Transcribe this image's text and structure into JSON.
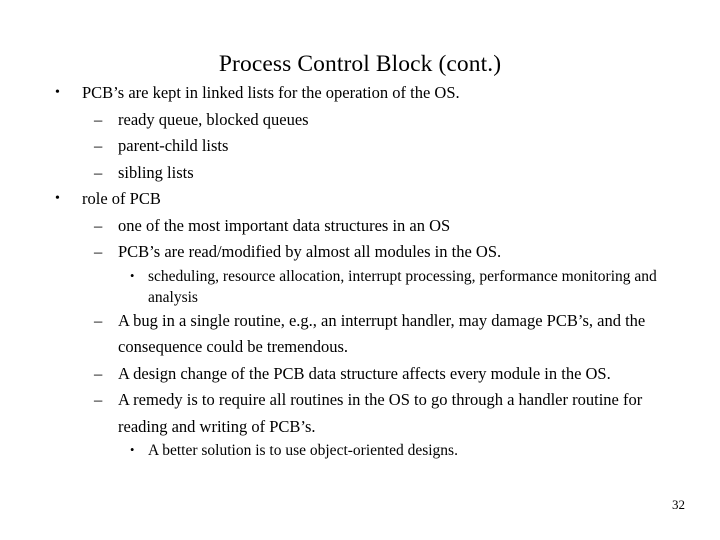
{
  "slide": {
    "title": "Process Control Block (cont.)",
    "page_number": "32",
    "background_color": "#ffffff",
    "text_color": "#000000",
    "markers": {
      "level1": "•",
      "level2": "–",
      "level3": "•"
    },
    "bullets": [
      {
        "level": 1,
        "text": "PCB’s are kept in linked lists for the operation of the OS."
      },
      {
        "level": 2,
        "text": "ready queue, blocked queues"
      },
      {
        "level": 2,
        "text": "parent-child lists"
      },
      {
        "level": 2,
        "text": "sibling lists"
      },
      {
        "level": 1,
        "text": "role of PCB"
      },
      {
        "level": 2,
        "text": "one of the most important data structures in an OS"
      },
      {
        "level": 2,
        "text": "PCB’s are read/modified by almost all modules in the OS."
      },
      {
        "level": 3,
        "text": "scheduling, resource allocation, interrupt processing, performance monitoring and analysis"
      },
      {
        "level": 2,
        "text": "A bug in a single routine, e.g., an interrupt handler, may damage PCB’s, and the consequence could be tremendous."
      },
      {
        "level": 2,
        "text": "A design change of the PCB data structure affects every module in the OS."
      },
      {
        "level": 2,
        "text": "A remedy is to require all routines in the OS to go through a handler routine for reading and writing of PCB’s."
      },
      {
        "level": 3,
        "text": "A better solution is to use object-oriented designs."
      }
    ]
  }
}
